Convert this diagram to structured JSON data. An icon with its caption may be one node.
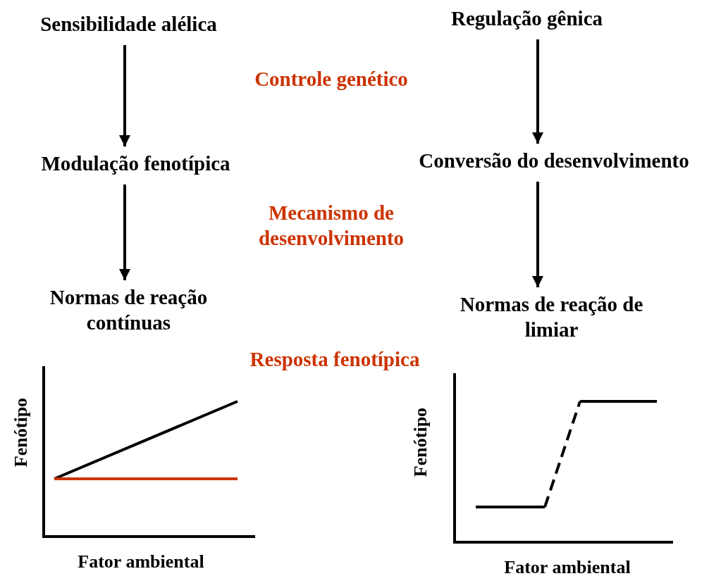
{
  "diagram": {
    "nodes": [
      {
        "text": [
          "Sensibilidade alélica"
        ]
      },
      {
        "text": [
          "Regulação gênica"
        ]
      },
      {
        "text": [
          "Modulação fenotípica"
        ]
      },
      {
        "text": [
          "Conversão do desenvolvimento"
        ]
      },
      {
        "text": [
          "Normas de reação contínuas"
        ]
      },
      {
        "text": [
          "Normas de reação de limiar"
        ]
      }
    ],
    "edges": [
      {
        "from": 0,
        "to": 2,
        "arrow": "to"
      },
      {
        "from": 2,
        "to": 4,
        "arrow": "to"
      },
      {
        "from": 1,
        "to": 3,
        "arrow": "to"
      },
      {
        "from": 3,
        "to": 5,
        "arrow": "to"
      }
    ],
    "labels": [
      "Controle genético",
      "Mecanismo de desenvolvimento",
      "Resposta fenotípica",
      "Fenótipo",
      "Fator ambiental",
      "Fenótipo",
      "Fator ambiental"
    ]
  }
}
